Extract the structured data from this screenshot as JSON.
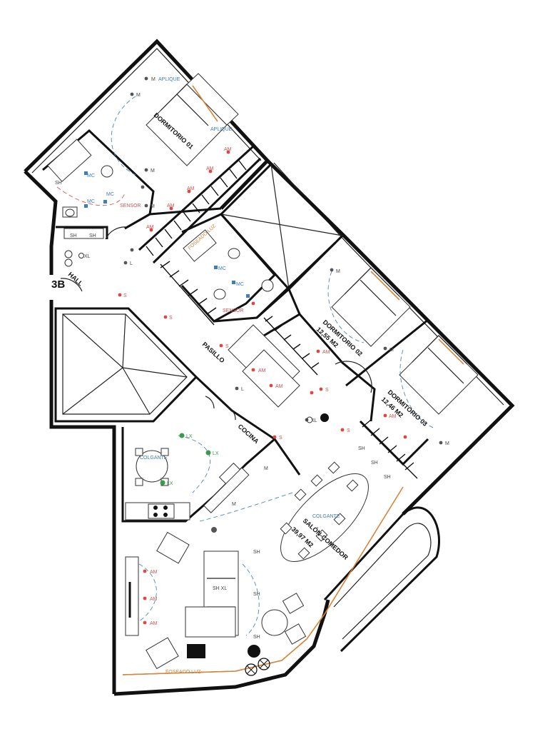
{
  "unit": "3B",
  "rooms": {
    "dormitorio01": {
      "name": "DORMITORIO 01"
    },
    "dormitorio02": {
      "name": "DORMITORIO 02",
      "area": "12,55 M2"
    },
    "dormitorio03": {
      "name": "DORMITORIO 03",
      "area": "12,46 M2"
    },
    "hall": {
      "name": "HALL"
    },
    "pasillo": {
      "name": "PASILLO"
    },
    "cocina": {
      "name": "COCINA"
    },
    "salon": {
      "name": "SALÓN-COMEDOR",
      "area": "39,97 M2"
    }
  },
  "symbols": {
    "aplique": "APLIQUE",
    "sensor": "SENSOR",
    "colgante": "COLGANTE",
    "foseado": "FOSEADO LUZ",
    "m": "M",
    "am": "AM",
    "s": "S",
    "l": "L",
    "xl": "XL",
    "lx": "LX",
    "sh": "SH",
    "shxl": "SH XL",
    "mc": "MC"
  },
  "colors": {
    "wall": "#111111",
    "dash_blue": "#4a87b8",
    "dash_red": "#d9534f",
    "led": "#d9843a",
    "symbol_green": "#3a9b4a"
  }
}
